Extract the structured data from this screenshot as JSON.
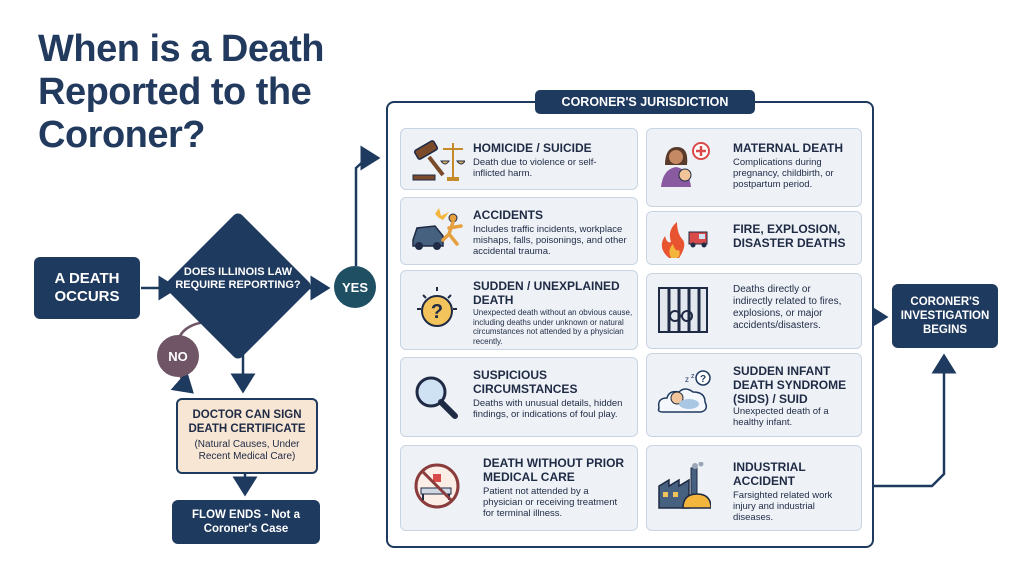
{
  "title": "When is a Death Reported to the Coroner?",
  "start_label": "A DEATH OCCURS",
  "decision_label": "DOES ILLINOIS LAW REQUIRE REPORTING?",
  "yes_label": "YES",
  "no_label": "NO",
  "doctor": {
    "title": "DOCTOR CAN SIGN DEATH CERTIFICATE",
    "note": "(Natural Causes, Under Recent Medical Care)"
  },
  "flow_end": "FLOW ENDS - Not a Coroner's Case",
  "jurisdiction_title": "CORONER'S JURISDICTION",
  "cards_left": [
    {
      "icon": "gavel-scales-icon",
      "title": "HOMICIDE / SUICIDE",
      "desc": "Death due to violence or self-inflicted harm."
    },
    {
      "icon": "car-accident-icon",
      "title": "ACCIDENTS",
      "desc": "Includes traffic incidents, workplace mishaps, falls, poisonings, and other accidental trauma."
    },
    {
      "icon": "question-mark-icon",
      "title": "SUDDEN / UNEXPLAINED DEATH",
      "desc": "Unexpected death without an obvious cause, including deaths under unknown or natural circumstances not attended by a physician recently."
    },
    {
      "icon": "magnifier-icon",
      "title": "SUSPICIOUS CIRCUMSTANCES",
      "desc": "Deaths with unusual details, hidden findings, or indications of foul play."
    },
    {
      "icon": "no-medical-care-icon",
      "title": "DEATH WITHOUT PRIOR MEDICAL CARE",
      "desc": "Patient not attended by a physician or receiving treatment for terminal illness."
    }
  ],
  "cards_right": [
    {
      "icon": "mother-baby-icon",
      "title": "MATERNAL DEATH",
      "desc": "Complications during pregnancy, childbirth, or postpartum period."
    },
    {
      "icon": "fire-truck-icon",
      "title": "FIRE, EXPLOSION, DISASTER DEATHS",
      "desc": ""
    },
    {
      "icon": "jail-cell-icon",
      "title": "",
      "desc": "Deaths directly or indirectly related to fires, explosions, or major accidents/disasters."
    },
    {
      "icon": "sleeping-baby-icon",
      "title": "SUDDEN INFANT DEATH SYNDROME (SIDS) / SUID",
      "desc": "Unexpected death of a healthy infant."
    },
    {
      "icon": "factory-hardhat-icon",
      "title": "INDUSTRIAL ACCIDENT",
      "desc": "Farsighted related work injury and industrial diseases."
    }
  ],
  "end_label": "CORONER'S INVESTIGATION BEGINS"
}
